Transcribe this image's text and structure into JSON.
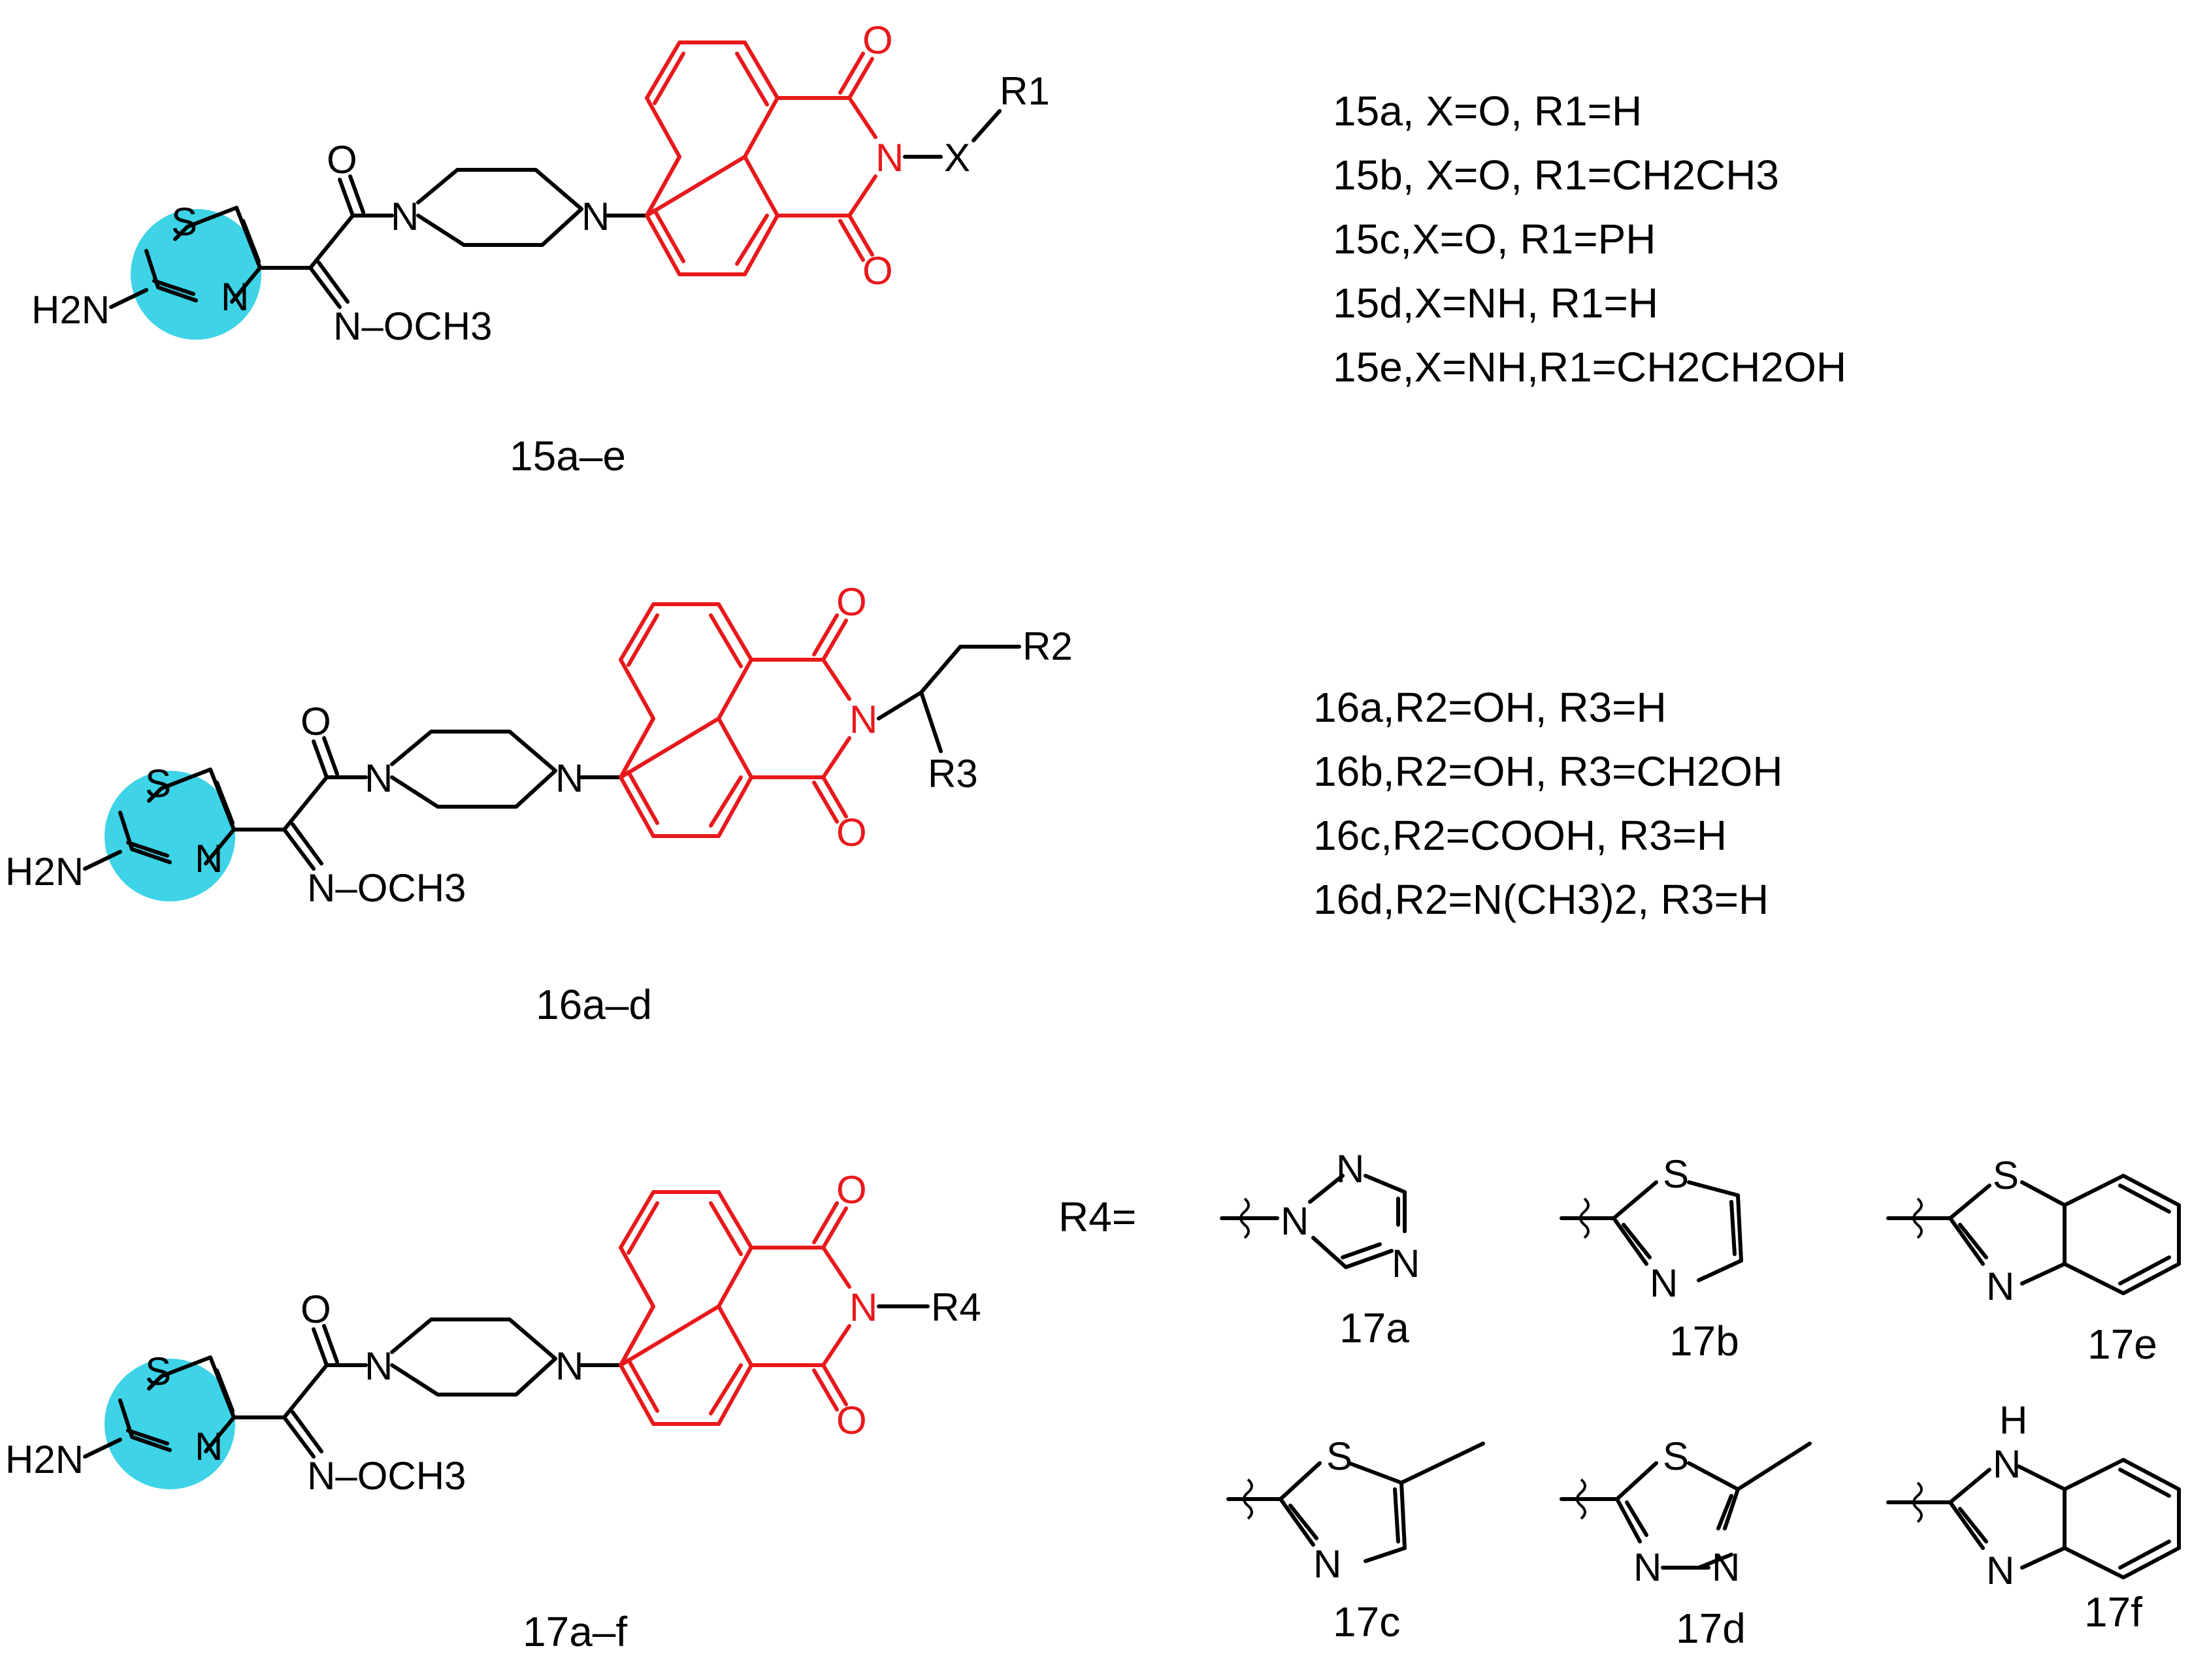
{
  "colors": {
    "scaffold_black": "#000000",
    "naphthalimide_red": "#e8191c",
    "thiazole_highlight": "#3ed3e6"
  },
  "atoms": {
    "S": "S",
    "N": "N",
    "O": "O",
    "X": "X",
    "H2N": "H2N",
    "N_OCH3": "N–OCH3",
    "R1": "R1",
    "R2": "R2",
    "R3": "R3",
    "R4": "R4",
    "H": "H",
    "R4_eq": "R4="
  },
  "series15": {
    "label": "15a–e",
    "variants": [
      "15a, X=O, R1=H",
      "15b, X=O, R1=CH2CH3",
      "15c,X=O, R1=PH",
      "15d,X=NH, R1=H",
      "15e,X=NH,R1=CH2CH2OH"
    ]
  },
  "series16": {
    "label": "16a–d",
    "variants": [
      "16a,R2=OH, R3=H",
      "16b,R2=OH, R3=CH2OH",
      "16c,R2=COOH, R3=H",
      "16d,R2=N(CH3)2, R3=H"
    ]
  },
  "series17": {
    "label": "17a–f",
    "fragment_labels": [
      "17a",
      "17b",
      "17e",
      "17c",
      "17d",
      "17f"
    ]
  }
}
